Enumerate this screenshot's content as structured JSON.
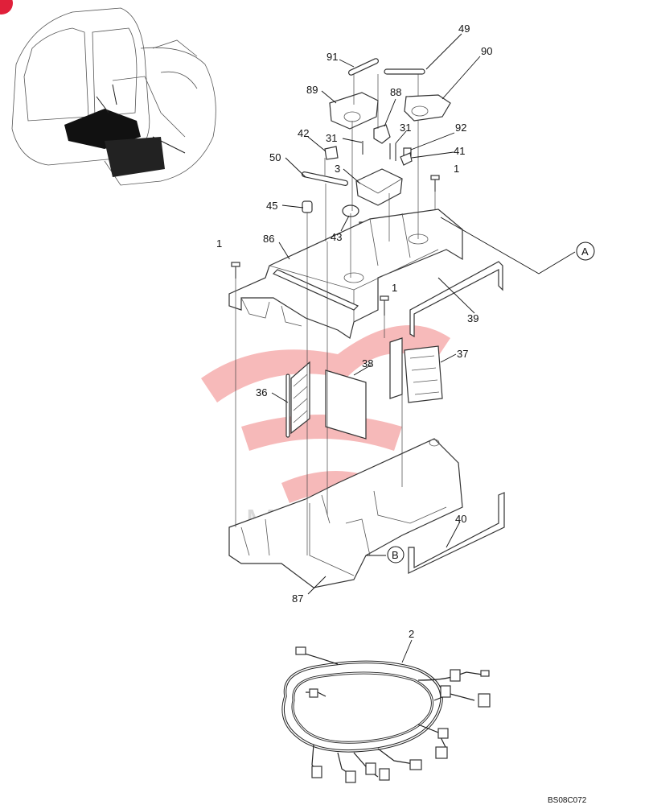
{
  "diagram": {
    "drawing_code": "BS08C072",
    "watermark_text": "MINTEX",
    "badge_text": "",
    "colors": {
      "line": "#222222",
      "badge": "#e0203a",
      "watermark_red": "#e83a3a",
      "watermark_grey": "#d8d8d8",
      "background": "#ffffff"
    },
    "callouts": {
      "c91": "91",
      "c49": "49",
      "c90": "90",
      "c89": "89",
      "c88": "88",
      "c31a": "31",
      "c31b": "31",
      "c92": "92",
      "c42": "42",
      "c41": "41",
      "c3": "3",
      "c50": "50",
      "c1a": "1",
      "c45": "45",
      "c43": "43",
      "c1b": "1",
      "c86": "86",
      "c1c": "1",
      "c39": "39",
      "c37": "37",
      "c38": "38",
      "c36": "36",
      "c40": "40",
      "c87": "87",
      "c2": "2"
    },
    "markers": {
      "A": "A",
      "B": "B"
    }
  }
}
